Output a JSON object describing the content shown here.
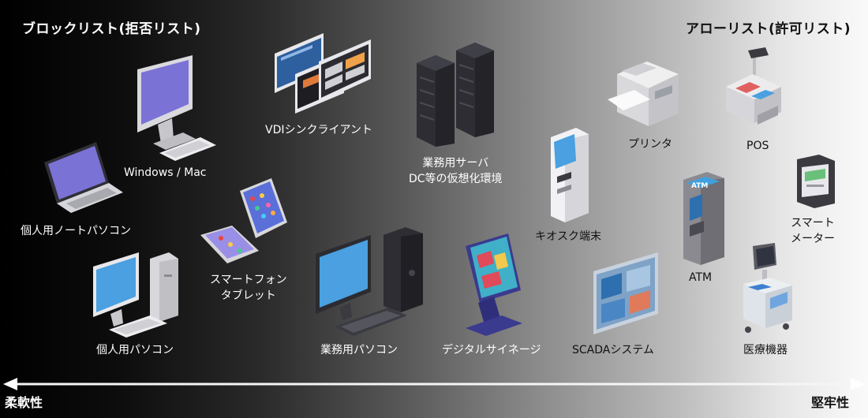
{
  "header": {
    "left_title": "ブロックリスト(拒否リスト)",
    "right_title": "アローリスト(許可リスト)"
  },
  "devices": [
    {
      "id": "laptop",
      "label": "個人用ノートパソコン",
      "icon": "laptop-icon"
    },
    {
      "id": "desktop-mac",
      "label": "Windows / Mac",
      "icon": "monitor-icon"
    },
    {
      "id": "personal-pc",
      "label": "個人用パソコン",
      "icon": "desktop-pc-icon"
    },
    {
      "id": "vdi",
      "label": "VDIシンクライアント",
      "icon": "vdi-windows-icon"
    },
    {
      "id": "smartphone",
      "label_lines": [
        "スマートフォン",
        "タブレット"
      ],
      "icon": "smartphone-tablet-icon"
    },
    {
      "id": "server",
      "label_lines": [
        "業務用サーバ",
        "DC等の仮想化環境"
      ],
      "icon": "server-rack-icon"
    },
    {
      "id": "business-pc",
      "label": "業務用パソコン",
      "icon": "business-pc-icon"
    },
    {
      "id": "signage",
      "label": "デジタルサイネージ",
      "icon": "digital-signage-icon"
    },
    {
      "id": "kiosk",
      "label": "キオスク端末",
      "icon": "kiosk-icon"
    },
    {
      "id": "printer",
      "label": "プリンタ",
      "icon": "printer-icon"
    },
    {
      "id": "pos",
      "label": "POS",
      "icon": "pos-register-icon"
    },
    {
      "id": "atm",
      "label": "ATM",
      "icon": "atm-icon"
    },
    {
      "id": "smart-meter",
      "label_lines": [
        "スマート",
        "メーター"
      ],
      "icon": "smart-meter-icon"
    },
    {
      "id": "scada",
      "label": "SCADAシステム",
      "icon": "scada-panel-icon"
    },
    {
      "id": "medical",
      "label": "医療機器",
      "icon": "medical-device-icon"
    }
  ],
  "atm_screen_text": "ATM",
  "axis": {
    "left_label": "柔軟性",
    "right_label": "堅牢性"
  },
  "colors": {
    "background_left": "#000000",
    "background_right": "#fafafa",
    "screen_purple": "#7b72d6",
    "screen_blue": "#4aa0e0",
    "device_dark": "#2d2d33",
    "device_light": "#e8e8e8"
  }
}
